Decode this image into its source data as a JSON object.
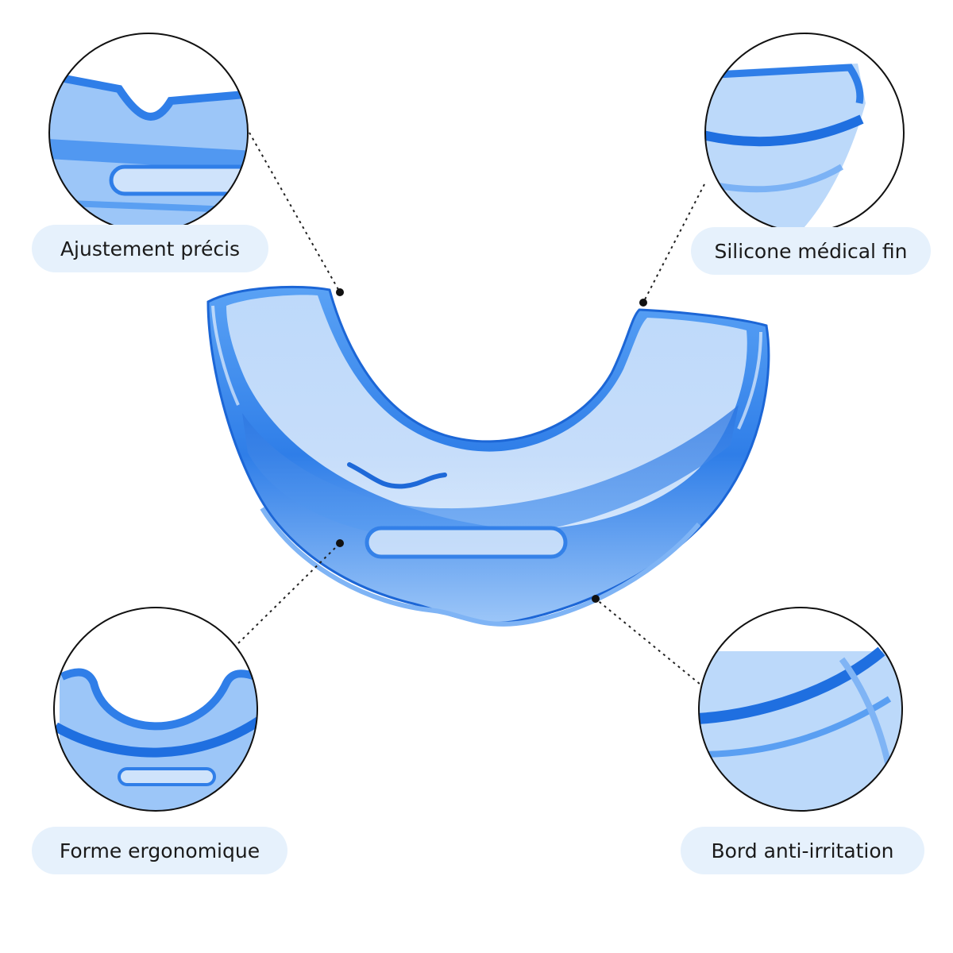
{
  "colors": {
    "accent_blue": "#3d8ef0",
    "deep_blue": "#1f6fe0",
    "pale_blue": "#cfe3fb",
    "label_bg": "#e6f1fc",
    "label_text": "#1a1a1a",
    "leader_line": "#222222"
  },
  "callouts": {
    "top_left": {
      "label": "Ajustement précis",
      "detail": "notch and slot detail"
    },
    "top_right": {
      "label": "Silicone médical fin",
      "detail": "flange edge detail"
    },
    "bottom_left": {
      "label": "Forme ergonomique",
      "detail": "u-shape detail"
    },
    "bottom_right": {
      "label": "Bord anti-irritation",
      "detail": "rim detail"
    }
  },
  "product": {
    "icon": "mouthguard-icon"
  }
}
